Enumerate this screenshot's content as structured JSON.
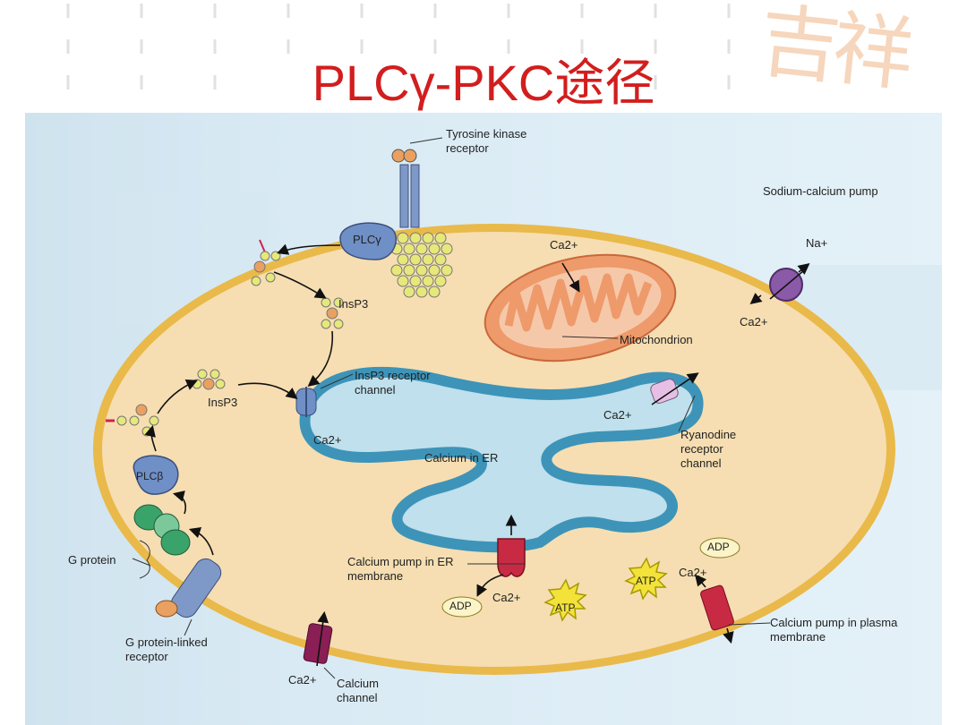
{
  "title": "PLCγ-PKC途径",
  "watermark": "吉祥",
  "labels": {
    "tyrosine_kinase_receptor": "Tyrosine kinase receptor",
    "plc_gamma": "PLCγ",
    "insp3_a": "InsP3",
    "insp3_b": "InsP3",
    "insp3_receptor_channel": "InsP3 receptor channel",
    "ca_er_channel": "Ca2+",
    "calcium_in_er": "Calcium in ER",
    "ca_mito": "Ca2+",
    "mitochondrion": "Mitochondrion",
    "sodium_calcium_pump": "Sodium-calcium pump",
    "na": "Na+",
    "ca_pump_out": "Ca2+",
    "ca_ryanodine": "Ca2+",
    "ryanodine_receptor_channel": "Ryanodine receptor channel",
    "plc_beta": "PLCβ",
    "g_protein": "G protein",
    "g_protein_linked_receptor": "G protein-linked receptor",
    "calcium_pump_er_membrane": "Calcium pump in ER membrane",
    "adp_er": "ADP",
    "ca_er_pump": "Ca2+",
    "atp_er": "ATP",
    "ca_channel": "Ca2+",
    "calcium_channel": "Calcium channel",
    "adp_pm": "ADP",
    "atp_pm": "ATP",
    "ca_pm_pump": "Ca2+",
    "calcium_pump_plasma_membrane": "Calcium pump in plasma membrane"
  },
  "colors": {
    "title": "#d21e1e",
    "cell_membrane": "#e9b94a",
    "cytoplasm": "#f6deb2",
    "er_membrane": "#3d94b8",
    "er_lumen": "#bfe0ec",
    "mitochondrion": "#ee9a6a",
    "pump": "#c82a44",
    "atp": "#f3e23a"
  }
}
